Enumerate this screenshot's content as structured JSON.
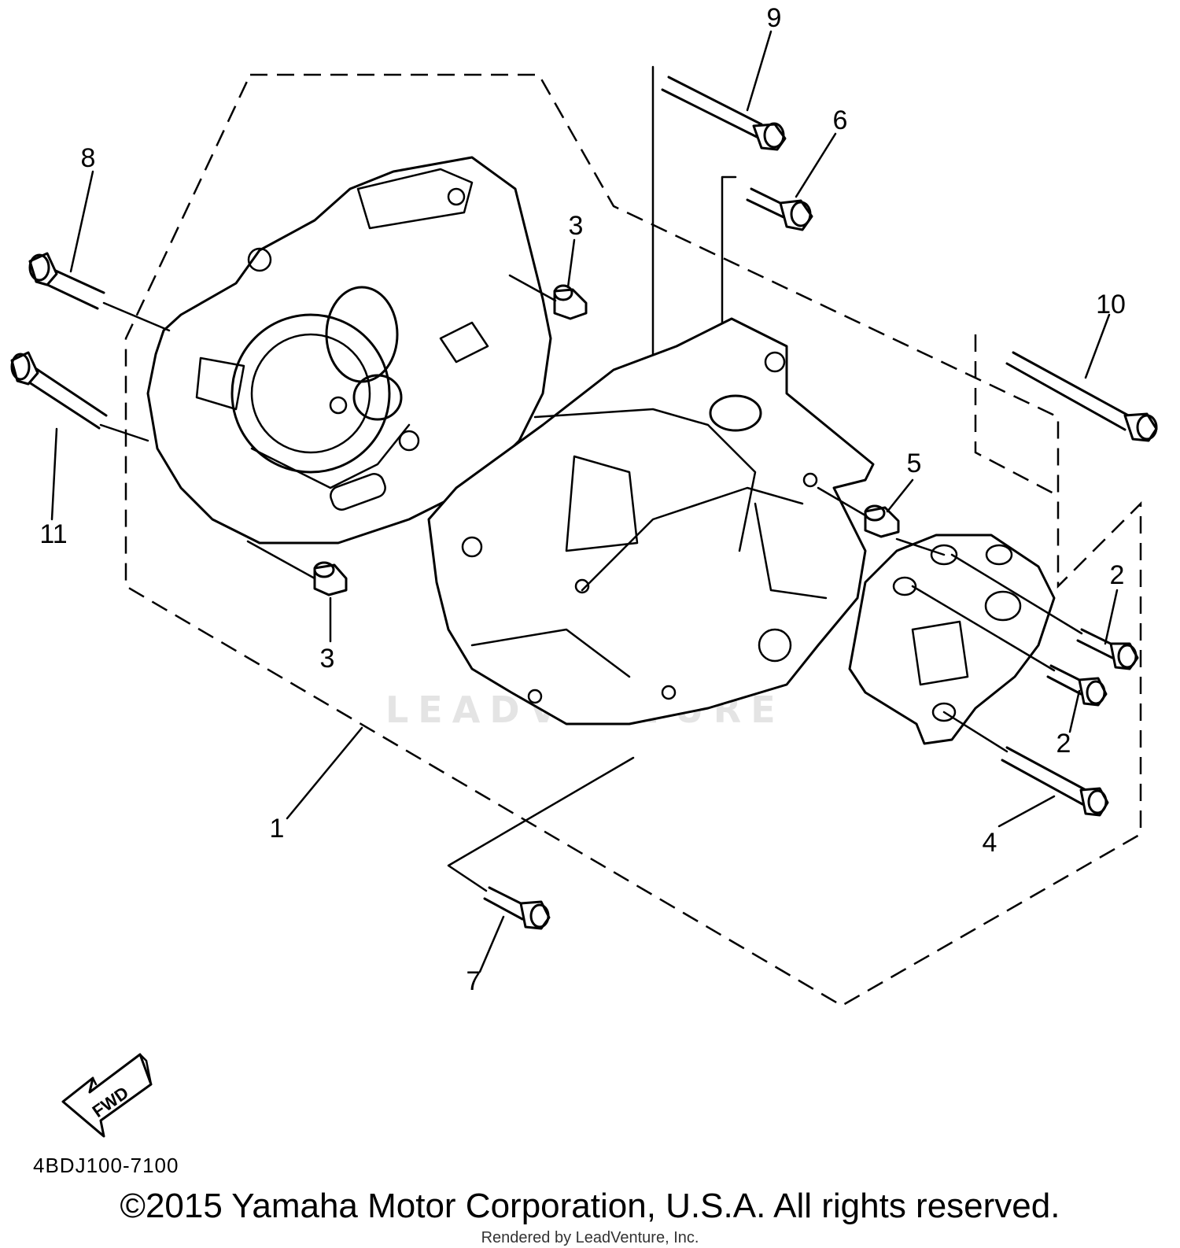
{
  "diagram": {
    "callouts": {
      "c1": "1",
      "c2a": "2",
      "c2b": "2",
      "c3a": "3",
      "c3b": "3",
      "c4": "4",
      "c5": "5",
      "c6": "6",
      "c7": "7",
      "c8": "8",
      "c9": "9",
      "c10": "10",
      "c11": "11"
    },
    "fwd_label": "FWD",
    "watermark": "LEADVENTURE"
  },
  "footer": {
    "diagram_code": "4BDJ100-7100",
    "copyright": "©2015 Yamaha Motor Corporation, U.S.A. All rights reserved.",
    "rendered_by": "Rendered by LeadVenture, Inc."
  }
}
